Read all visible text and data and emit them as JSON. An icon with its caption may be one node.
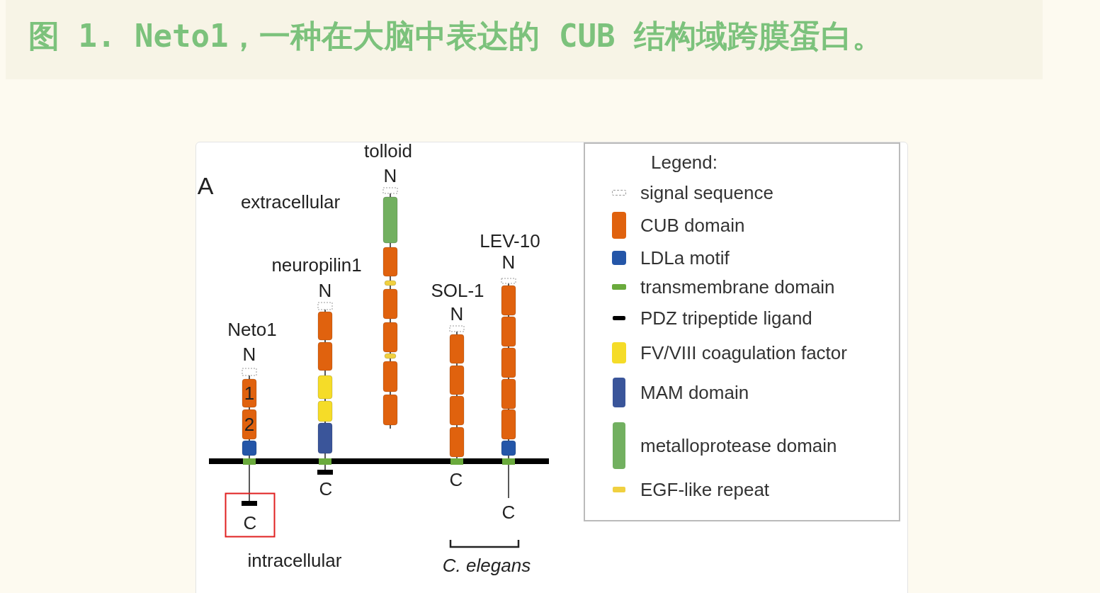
{
  "diagram": {
    "title": "图 1. Neto1，一种在大脑中表达的 CUB 结构域跨膜蛋白。",
    "nodes": [
      {
        "text": [
          "1"
        ]
      },
      {
        "text": [
          "2"
        ]
      },
      {
        "text": [
          "C"
        ]
      }
    ],
    "labels": [
      "A",
      "tolloid",
      "N",
      "extracellular",
      "LEV-10",
      "N",
      "neuropilin1",
      "N",
      "SOL-1",
      "N",
      "Neto1",
      "N",
      "C",
      "C",
      "C",
      "intracellular",
      "C. elegans",
      "Legend:"
    ],
    "legend": [
      {
        "text": "signal sequence"
      },
      {
        "text": "CUB domain",
        "color": "#e0620e"
      },
      {
        "text": "LDLa motif",
        "color": "#2456a8"
      },
      {
        "text": "transmembrane domain",
        "color": "#6aaa3c"
      },
      {
        "text": "PDZ tripeptide ligand",
        "color": "#000000"
      },
      {
        "text": "FV/VIII coagulation factor",
        "color": "#f5dc28"
      },
      {
        "text": "MAM domain",
        "color": "#3a559a"
      },
      {
        "text": "metalloprotease domain",
        "color": "#72b060"
      },
      {
        "text": "EGF-like repeat",
        "color": "#f0d040"
      }
    ]
  }
}
